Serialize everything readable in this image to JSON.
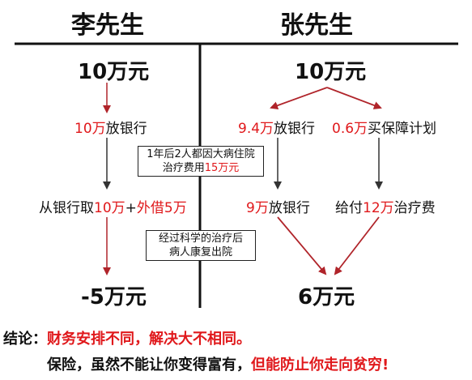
{
  "left": {
    "name": "李先生",
    "initial": "10万元",
    "step1": {
      "amount": "10万",
      "action": "放银行"
    },
    "step2": {
      "prefix": "从银行取",
      "bank": "10万",
      "plus": "+",
      "loan": "外借5万"
    },
    "result": "-5万元"
  },
  "right": {
    "name": "张先生",
    "initial": "10万元",
    "branch_a": {
      "amount": "9.4万",
      "action": "放银行"
    },
    "branch_b": {
      "amount": "0.6万",
      "action": "买保障计划"
    },
    "branch_a2": {
      "amount": "9万",
      "action": "放银行"
    },
    "branch_b2": {
      "prefix": "给付",
      "amount": "12万",
      "action": "治疗费"
    },
    "result": "6万元"
  },
  "note1": {
    "line1": "1年后2人都因大病住院",
    "line2_prefix": "治疗费用",
    "line2_amount": "15万元"
  },
  "note2": {
    "line1": "经过科学的治疗后",
    "line2": "病人康复出院"
  },
  "conclusion": {
    "label": "结论：",
    "line1": "财务安排不同，解决大不相同。",
    "line2_black": "保险，虽然不能让你变得富有，",
    "line2_red": "但能防止你走向贫穷!"
  },
  "colors": {
    "accent": "#e0181b",
    "text": "#111111"
  }
}
